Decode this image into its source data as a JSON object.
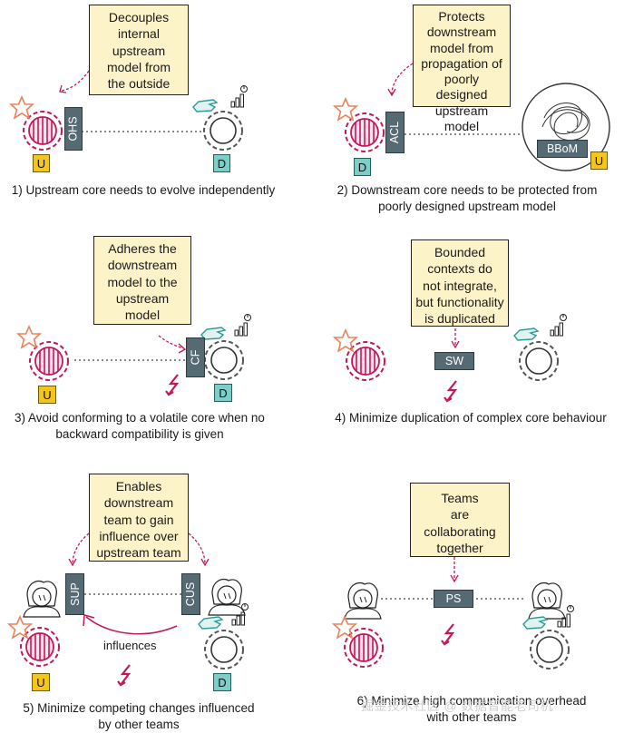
{
  "panels": [
    {
      "note": [
        "Decouples",
        "internal",
        "upstream",
        "model from",
        "the outside"
      ],
      "box": "OHS",
      "upstream_tag": "U",
      "downstream_tag": "D",
      "caption": [
        "1) Upstream core needs to evolve independently"
      ]
    },
    {
      "note": [
        "Protects",
        "downstream",
        "model from",
        "propagation of",
        "poorly designed",
        "upstream model"
      ],
      "box": "ACL",
      "downstream_tag": "D",
      "bbom": "BBoM",
      "upstream_tag": "U",
      "caption": [
        "2) Downstream core needs to be protected from",
        "poorly designed upstream model"
      ]
    },
    {
      "note": [
        "Adheres the",
        "downstream",
        "model to the",
        "upstream",
        "model"
      ],
      "box": "CF",
      "upstream_tag": "U",
      "downstream_tag": "D",
      "caption": [
        "3) Avoid conforming to a volatile core when no",
        "backward compatibility is given"
      ]
    },
    {
      "note": [
        "Bounded",
        "contexts do",
        "not integrate,",
        "but functionality",
        "is duplicated"
      ],
      "box": "SW",
      "caption": [
        "4) Minimize duplication of complex core behaviour"
      ]
    },
    {
      "note": [
        "Enables",
        "downstream",
        "team to gain",
        "influence over",
        "upstream team"
      ],
      "box_left": "SUP",
      "box_right": "CUS",
      "influences": "influences",
      "upstream_tag": "U",
      "downstream_tag": "D",
      "caption": [
        "5) Minimize competing changes influenced",
        "by other teams"
      ]
    },
    {
      "note": [
        "Teams",
        "are",
        "collaborating",
        "together"
      ],
      "box": "PS",
      "caption": [
        "6) Minimize high communication overhead",
        "with other teams"
      ]
    }
  ],
  "watermark": "掘金技术社区 @ 数据智能老司机",
  "colors": {
    "note_fill": "#fdf3c9",
    "upstream": "#c2185b",
    "star": "#e8835a",
    "downstream": "#555555",
    "box": "#566a74",
    "tag_u": "#f5c518",
    "tag_d": "#7ccfc8",
    "hand": "#7ccfc8",
    "bolt": "#c2185b"
  },
  "icons": [
    "star-icon",
    "striped-core-icon",
    "hand-pointer-icon",
    "bar-chart-icon",
    "lightning-icon",
    "person-icon",
    "tangle-icon"
  ]
}
